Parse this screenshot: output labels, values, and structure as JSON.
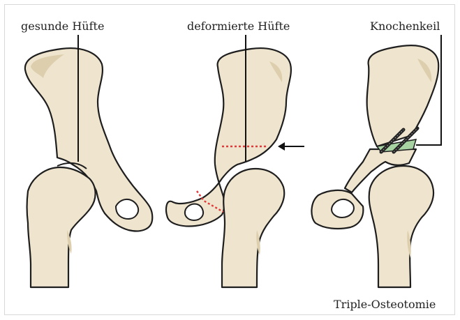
{
  "labels": {
    "healthy": "gesunde Hüfte",
    "deformed": "deformierte Hüfte",
    "wedge": "Knochenkeil",
    "procedure": "Triple-Osteotomie"
  },
  "colors": {
    "bone_fill": "#efe5ce",
    "bone_shade": "#ddcfae",
    "outline": "#1e1e1e",
    "cut_line": "#e23a3a",
    "wedge": "#a7d3a3"
  }
}
